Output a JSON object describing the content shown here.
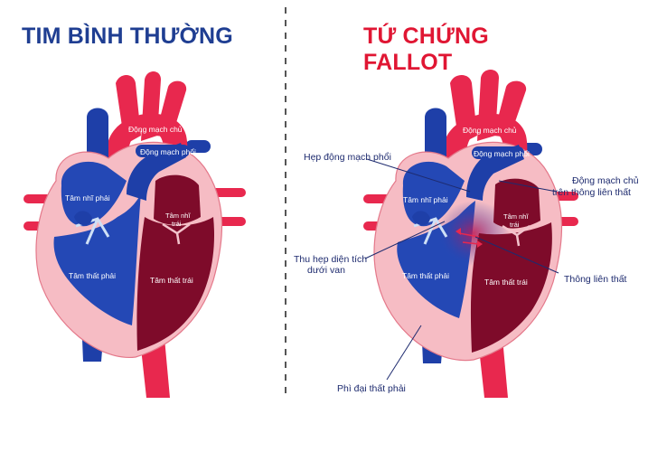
{
  "colors": {
    "left_title": "#1f3e92",
    "right_title": "#e01633",
    "aorta_red": "#e8284e",
    "vein_blue": "#1e3fa8",
    "right_ventricle": "#2448b5",
    "left_ventricle": "#7e0b2a",
    "wall_pink": "#f6bcc4",
    "divider": "#555555"
  },
  "titles": {
    "left": "TIM BÌNH THƯỜNG",
    "right": "TỨ CHỨNG FALLOT"
  },
  "normal_heart": {
    "aorta": "Động mạch chủ",
    "pulmonary_artery": "Động mạch phổi",
    "right_atrium": "Tâm nhĩ phải",
    "left_atrium_1": "Tâm nhĩ",
    "left_atrium_2": "trái",
    "right_ventricle": "Tâm thất phải",
    "left_ventricle": "Tâm thất trái"
  },
  "fallot_heart": {
    "aorta": "Động mạch chủ",
    "pulmonary_artery": "Động mạch phổi",
    "right_atrium": "Tâm nhĩ phải",
    "left_atrium_1": "Tâm nhĩ",
    "left_atrium_2": "trái",
    "right_ventricle": "Tâm thất phải",
    "left_ventricle": "Tâm thất trái"
  },
  "callouts": {
    "pulmonary_stenosis": "Hẹp động mạch phổi",
    "overriding_aorta_1": "Động mạch chủ",
    "overriding_aorta_2": "trên thông liên thất",
    "infundibular_1": "Thu hẹp diện tích",
    "infundibular_2": "dưới van",
    "vsd": "Thông liên thất",
    "rv_hypertrophy": "Phì đại thất phải"
  }
}
